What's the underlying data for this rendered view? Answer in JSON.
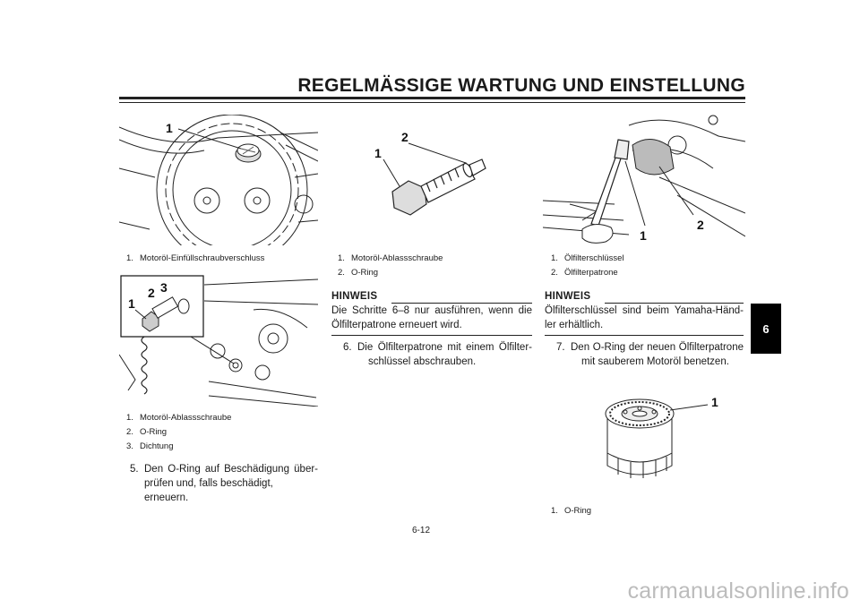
{
  "header": {
    "title": "REGELMÄSSIGE WARTUNG UND EINSTELLUNG",
    "section_tab": "6"
  },
  "figures": {
    "fig1": {
      "callouts": [
        "1"
      ],
      "captions": [
        {
          "num": "1.",
          "text": "Motoröl-Einfüllschraubverschluss"
        }
      ]
    },
    "fig2": {
      "callouts": [
        "1",
        "2",
        "3"
      ],
      "captions": [
        {
          "num": "1.",
          "text": "Motoröl-Ablassschraube"
        },
        {
          "num": "2.",
          "text": "O-Ring"
        },
        {
          "num": "3.",
          "text": "Dichtung"
        }
      ]
    },
    "fig3": {
      "callouts": [
        "2",
        "1"
      ],
      "captions": [
        {
          "num": "1.",
          "text": "Motoröl-Ablassschraube"
        },
        {
          "num": "2.",
          "text": "O-Ring"
        }
      ]
    },
    "fig4": {
      "callouts": [
        "1",
        "2"
      ],
      "captions": [
        {
          "num": "1.",
          "text": "Ölfilterschlüssel"
        },
        {
          "num": "2.",
          "text": "Ölfilterpatrone"
        }
      ]
    },
    "fig5": {
      "callouts": [
        "1"
      ],
      "captions": [
        {
          "num": "1.",
          "text": "O-Ring"
        }
      ]
    }
  },
  "steps": {
    "step5": {
      "num": "5.",
      "line1": "Den O-Ring auf Beschädigung über-",
      "line2": "prüfen und, falls beschädigt, erneuern."
    },
    "step6": {
      "num": "6.",
      "line1": "Die Ölfilterpatrone mit einem Ölfilter-",
      "line2": "schlüssel abschrauben."
    },
    "step7": {
      "num": "7.",
      "line1": "Den O-Ring der neuen Ölfilterpatrone",
      "line2": "mit sauberem Motoröl benetzen."
    }
  },
  "notes": {
    "note1": {
      "heading": "HINWEIS",
      "line1": "Die Schritte 6–8 nur ausführen, wenn die",
      "line2": "Ölfilterpatrone erneuert wird."
    },
    "note2": {
      "heading": "HINWEIS",
      "line1": "Ölfilterschlüssel sind beim Yamaha-Händ-",
      "line2": "ler erhältlich."
    }
  },
  "footer": {
    "page_number": "6-12",
    "watermark": "carmanualsonline.info"
  }
}
